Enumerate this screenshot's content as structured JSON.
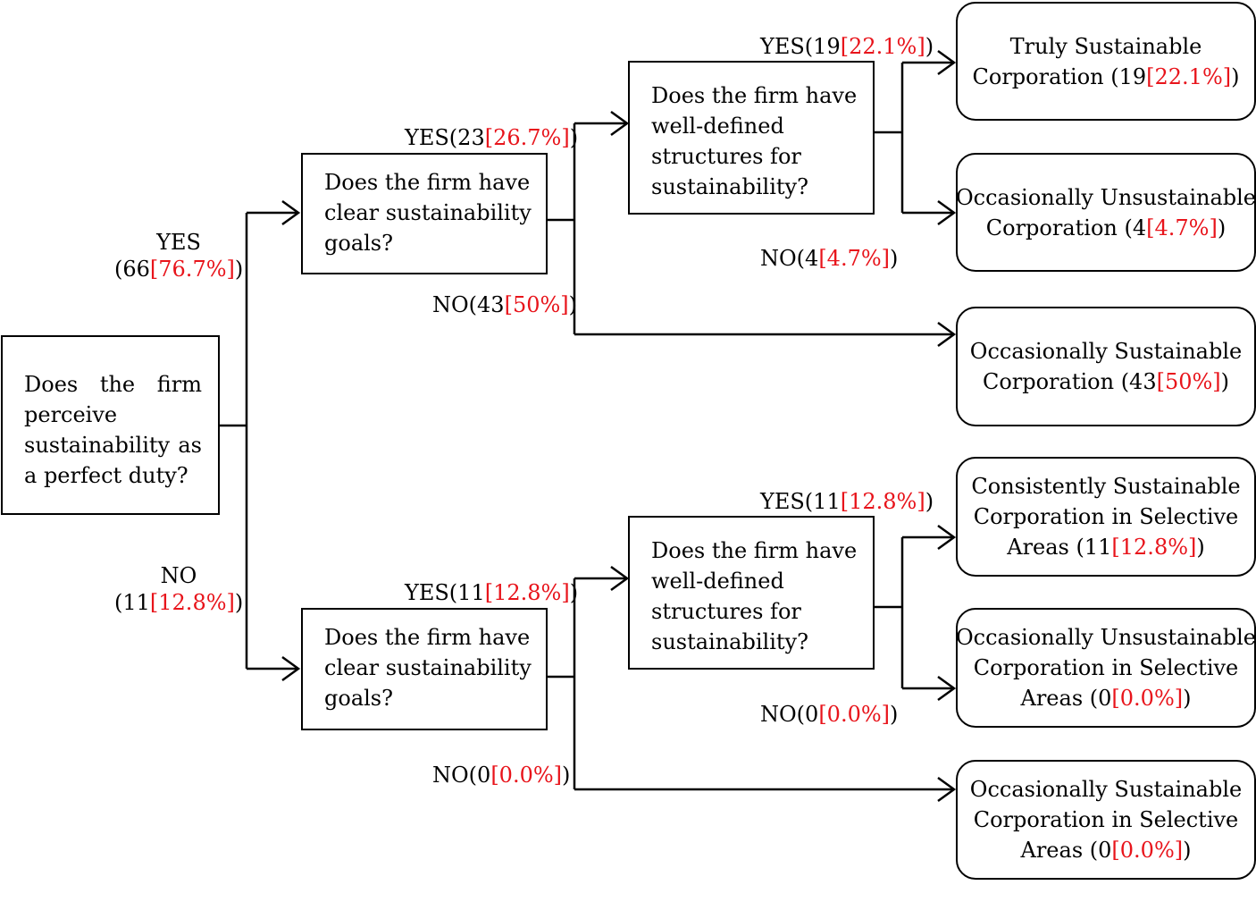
{
  "colors": {
    "line": "#000000",
    "highlight": "#e8141b"
  },
  "root": {
    "lines": [
      "Does the firm",
      "perceive",
      "sustainability as",
      "a perfect duty?"
    ]
  },
  "branches": {
    "root_yes": {
      "head": "YES",
      "open": "(66",
      "pct": "[76.7%]",
      "close": ")"
    },
    "root_no": {
      "head": "NO",
      "open": "(11",
      "pct": "[12.8%]",
      "close": ")"
    }
  },
  "goals_top": {
    "lines": [
      "Does the firm have",
      "clear sustainability",
      "goals?"
    ],
    "yes": {
      "open": "YES(23",
      "pct": "[26.7%]",
      "close": ")"
    },
    "no": {
      "open": "NO(43",
      "pct": "[50%]",
      "close": ")"
    }
  },
  "goals_bottom": {
    "lines": [
      "Does the firm have",
      "clear sustainability",
      "goals?"
    ],
    "yes": {
      "open": "YES(11",
      "pct": "[12.8%]",
      "close": ")"
    },
    "no": {
      "open": "NO(0",
      "pct": "[0.0%]",
      "close": ")"
    }
  },
  "structures_top": {
    "lines": [
      "Does the firm have",
      "well-defined",
      "structures for",
      "sustainability?"
    ],
    "yes": {
      "open": "YES(19",
      "pct": "[22.1%]",
      "close": ")"
    },
    "no": {
      "open": "NO(4",
      "pct": "[4.7%]",
      "close": ")"
    }
  },
  "structures_bottom": {
    "lines": [
      "Does the firm have",
      "well-defined",
      "structures for",
      "sustainability?"
    ],
    "yes": {
      "open": "YES(11",
      "pct": "[12.8%]",
      "close": ")"
    },
    "no": {
      "open": "NO(0",
      "pct": "[0.0%]",
      "close": ")"
    }
  },
  "outcomes": {
    "truly": {
      "lines": [
        "Truly Sustainable"
      ],
      "open": "Corporation (19",
      "pct": "[22.1%]",
      "close": ")"
    },
    "occ_unsust": {
      "lines": [
        "Occasionally Unsustainable"
      ],
      "open": "Corporation (4",
      "pct": "[4.7%]",
      "close": ")"
    },
    "occ_sust": {
      "lines": [
        "Occasionally Sustainable"
      ],
      "open": "Corporation (43",
      "pct": "[50%]",
      "close": ")"
    },
    "consist_sel": {
      "lines": [
        "Consistently Sustainable",
        "Corporation in Selective"
      ],
      "open": "Areas (11",
      "pct": "[12.8%]",
      "close": ")"
    },
    "occ_unsust_sel": {
      "lines": [
        "Occasionally Unsustainable",
        "Corporation in Selective"
      ],
      "open": "Areas (0",
      "pct": "[0.0%]",
      "close": ")"
    },
    "occ_sust_sel": {
      "lines": [
        "Occasionally Sustainable",
        "Corporation in Selective"
      ],
      "open": "Areas (0",
      "pct": "[0.0%]",
      "close": ")"
    }
  }
}
